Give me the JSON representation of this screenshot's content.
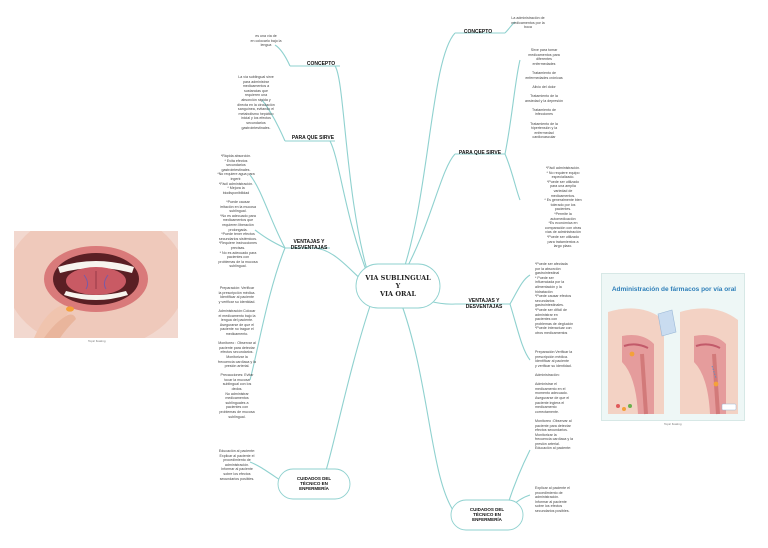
{
  "central": "VIA SUBLINGUAL\nY\nVIA ORAL",
  "left": {
    "concepto_label": "CONCEPTO",
    "concepto_text": "es una vía de\nen colocarlo bajo la\nlengua",
    "para_que_label": "PARA QUE SIRVE",
    "para_que_text": "La vía sublingual sirve\npara administrar\nmedicamentos a\nsustancias que\nrequieren una\nabsorción rápida y\ndirecta en la circulación\nsanguínea, evitando el\nmetabolismo hepático\ninicial y los efectos\nsecundarios\ngastrointestinales.",
    "ventajas_label": "VENTAJAS Y\nDESVENTAJAS",
    "ventajas_text": "*Rápida absorción.\n* Evita efectos\nsecundarios\ngastrointestinales.\n*No requiere agua para\ningerir.\n*Fácil administración.\n* Mejora la\nbiodisponibilidad",
    "desventajas_text": "*Puede causar\nirritación en la mucosa\nsublingual.\n*No es adecuado para\nmedicamentos que\nrequieren liberación\nprolongada.\n*Puede tener efectos\nsecundarios sistémicos.\n*Requiere instrucciones\nprecisas.\n* No es adecuado para\npacientes con\nproblemas de la mucosa\nsublingual.",
    "cuidados_text_1": "Preparación: Verificar\nla prescripción médica.\nIdentificar al paciente\ny verificar su identidad.\n\nAdministración:Colocar\nel medicamento bajo la\nlengua del paciente.\nAsegurarse de que el\npaciente no trague el\nmedicamento.\n\nMonitoreo : Observar al\npaciente para detectar\nefectos secundarios.\nMonitorizar la\nfrecuencia cardíaca y la\npresión arterial.\n\nPrecauciones: Evitar\ntocar la mucosa\nsublingual con los\ndedos.\nNo administrar\nmedicamentos\nsublinguales a\npacientes con\nproblemas de mucosa\nsublingual.",
    "cuidados_text_2": "Educación al paciente:\nExplicar al paciente el\nprocedimiento de\nadministración.\nInformar al paciente\nsobre los efectos\nsecundarios posibles.",
    "cuidados_label": "CUIDADOS DEL\nTÉCNICO EN\nENFERMERÍA",
    "photo_caption": "Topic floating"
  },
  "right": {
    "concepto_label": "CONCEPTO",
    "concepto_text": "La administración de\nmedicamentos por la\nboca",
    "para_que_label": "PARA QUE SIRVE",
    "para_que_text": "Sirve para tomar\nmedicamentos para\ndiferentes\nenfermedades\n\nTratamiento de\nenfermedades crónicas\n\nAlivio del dolor\n\nTratamiento de la\nansiedad y la depresión\n\nTratamiento de\ninfecciones\n\nTratamiento de la\nhipertensión y la\nenfermedad\ncardiovascular",
    "ventajas_text": "*Fácil administración.\n* No requiere equipo\nespecializado.\n*Puede ser utilizado\npara una amplia\nvariedad de\nmedicamentos.\n* Es generalmente bien\ntolerado por los\npacientes.\n*Permite la\nautomedicación\n*Es económica en\ncomparación con otras\nvías de administración\n*Puede ser utilizado\npara tratamientos a\nlargo plazo.",
    "desventajas_text": "*Puede ser afectada\npor la absorción\ngastrointestinal\n* Puede ser\ninfluenciada por la\nalimentación y la\nhidratación\n*Puede causar efectos\nsecundarios\ngastrointestinales.\n*Puede ser difícil de\nadministrar en\npacientes con\nproblemas de deglución\n*Puede interactuar con\notros medicamentos",
    "ventajas_label": "VENTAJAS Y\nDESVENTAJAS",
    "cuidados_text_1": "Preparación:Verificar la\nprescripción médica.\nIdentificar al paciente\ny verificar su identidad.\n\nAdministración:\n\nAdministrar el\nmedicamento en el\nmomento adecuado.\nAsegurarse de que el\npaciente ingiera el\nmedicamento\ncorrectamente.\n\nMonitoreo :Observar al\npaciente para detectar\nefectos secundarios.\nMonitorizar la\nfrecuencia cardíaca y la\npresión arterial.\nEducación al paciente:",
    "cuidados_text_2": "Explicar al paciente el\nprocedimiento de\nadministración.\nInformar al paciente\nsobre los efectos\nsecundarios posibles.",
    "cuidados_label": "CUIDADOS DEL\nTÉCNICO EN\nENFERMERÍA",
    "figure_title": "Administración de fármacos por vía oral",
    "figure_caption": "Topic floating"
  },
  "colors": {
    "branch": "#8fd1cf",
    "topic_border": "#8fd1cf"
  }
}
